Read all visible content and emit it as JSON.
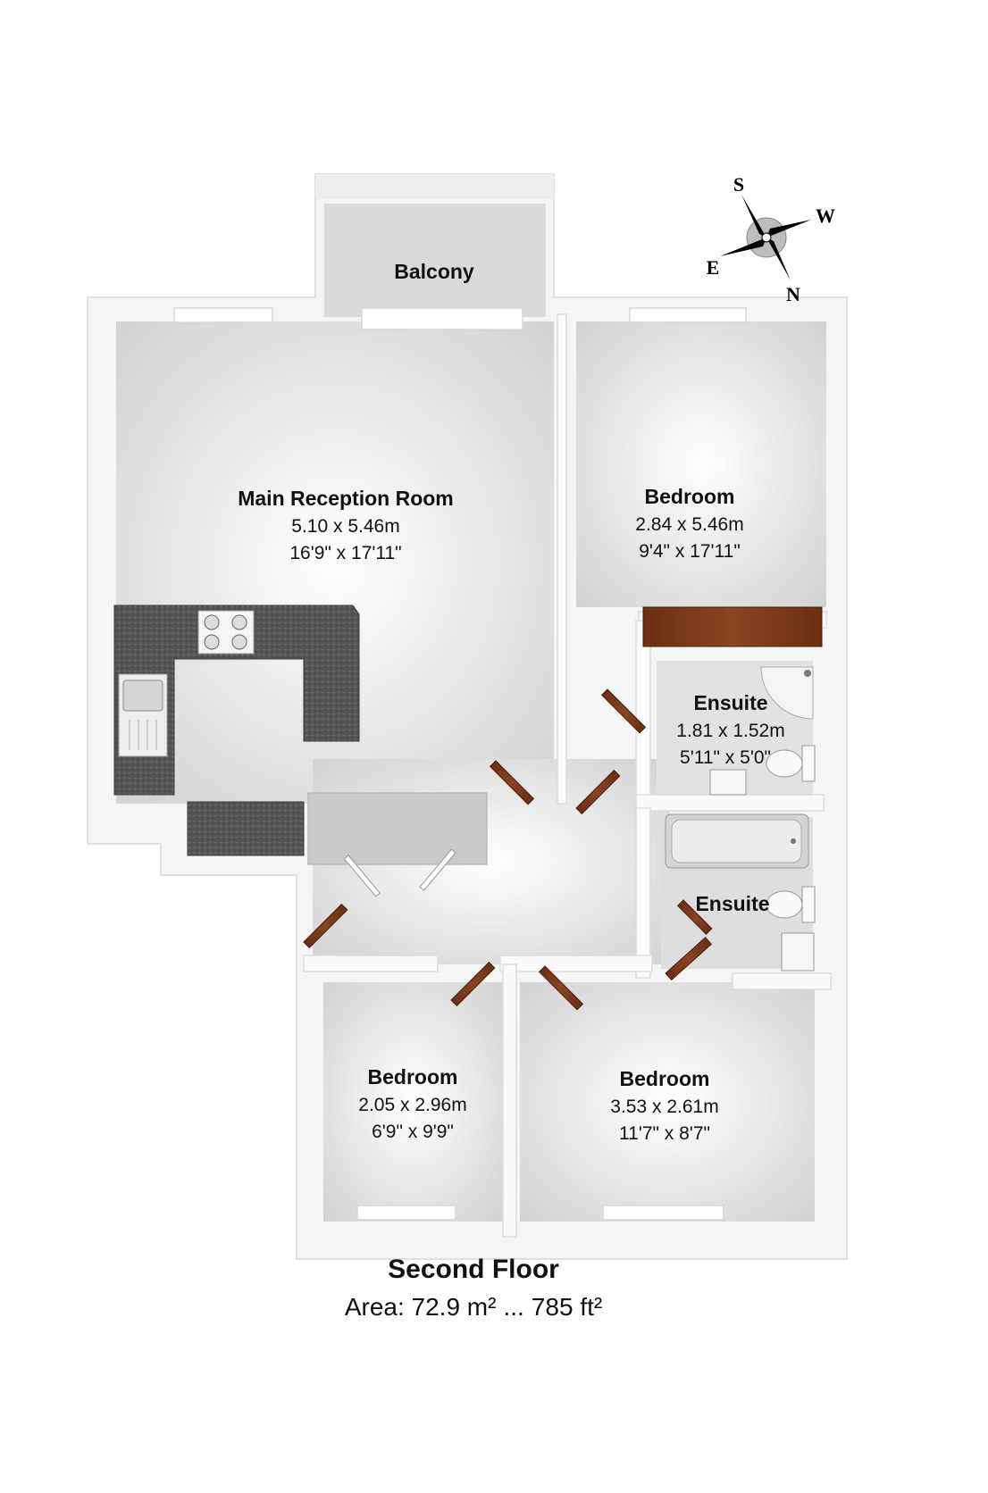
{
  "rooms": {
    "balcony": {
      "name": "Balcony"
    },
    "reception": {
      "name": "Main Reception Room",
      "metric": "5.10 x 5.46m",
      "imperial": "16'9\" x 17'11\""
    },
    "bedroom_rear": {
      "name": "Bedroom",
      "metric": "2.84 x 5.46m",
      "imperial": "9'4\" x 17'11\""
    },
    "ensuite_upper": {
      "name": "Ensuite",
      "metric": "1.81 x 1.52m",
      "imperial": "5'11\" x 5'0\""
    },
    "ensuite_lower": {
      "name": "Ensuite"
    },
    "bedroom_small": {
      "name": "Bedroom",
      "metric": "2.05 x 2.96m",
      "imperial": "6'9\" x 9'9\""
    },
    "bedroom_front": {
      "name": "Bedroom",
      "metric": "3.53 x 2.61m",
      "imperial": "11'7\" x 8'7\""
    }
  },
  "compass": {
    "n": "N",
    "s": "S",
    "e": "E",
    "w": "W"
  },
  "caption": {
    "floor": "Second Floor",
    "area_metric": "Area: 72.9 m²",
    "separator": "...",
    "area_imperial": "785 ft²"
  },
  "colors": {
    "wall": "#f4f4f4",
    "floor": "#e6e6e6",
    "worktop": "#5c5c5c",
    "wood": "#7a3a1a"
  }
}
